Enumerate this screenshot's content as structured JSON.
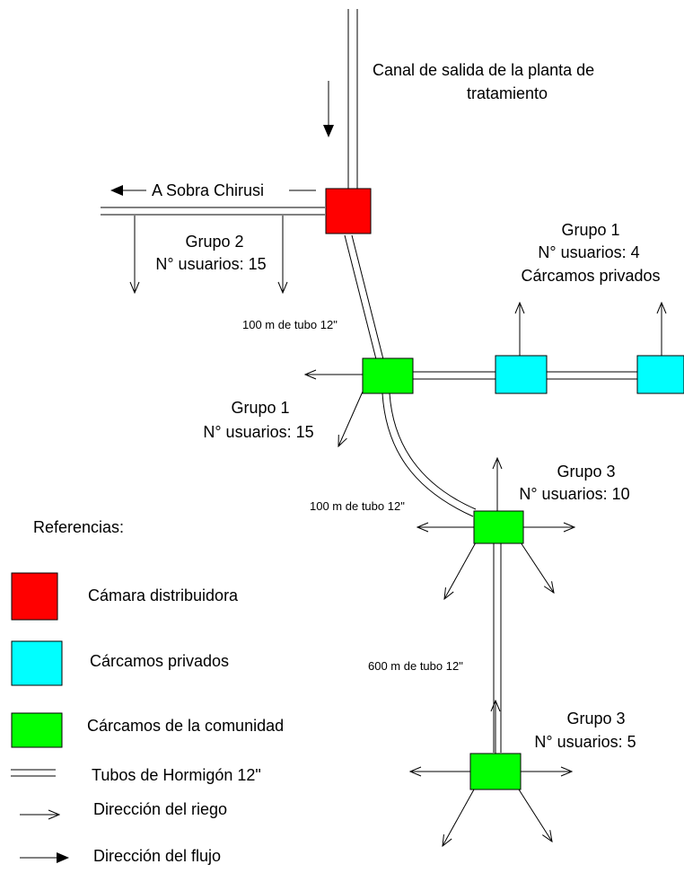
{
  "colors": {
    "camara": "#FF0000",
    "privados": "#00FFFF",
    "comunidad": "#00FF00"
  },
  "labels": {
    "canal_line1": "Canal de salida de la planta de",
    "canal_line2": "tratamiento",
    "sobra": "A Sobra Chirusi",
    "grupo2_name": "Grupo 2",
    "grupo2_users": "N° usuarios: 15",
    "grupo1_priv_name": "Grupo 1",
    "grupo1_priv_users": "N° usuarios: 4",
    "grupo1_priv_desc": "Cárcamos privados",
    "grupo1_name": "Grupo 1",
    "grupo1_users": "N° usuarios: 15",
    "grupo3a_name": "Grupo 3",
    "grupo3a_users": "N° usuarios: 10",
    "grupo3b_name": "Grupo 3",
    "grupo3b_users": "N° usuarios: 5",
    "tubo1": "100 m de tubo 12\"",
    "tubo2": "100 m de tubo 12\"",
    "tubo3": "600 m de tubo 12\""
  },
  "legend": {
    "title": "Referencias:",
    "items": [
      {
        "label": "Cámara distribuidora",
        "color": "#FF0000"
      },
      {
        "label": "Cárcamos privados",
        "color": "#00FFFF"
      },
      {
        "label": "Cárcamos de la comunidad",
        "color": "#00FF00"
      },
      {
        "label": "Tubos de Hormigón 12\""
      },
      {
        "label": "Dirección del riego"
      },
      {
        "label": "Dirección del flujo"
      }
    ]
  }
}
